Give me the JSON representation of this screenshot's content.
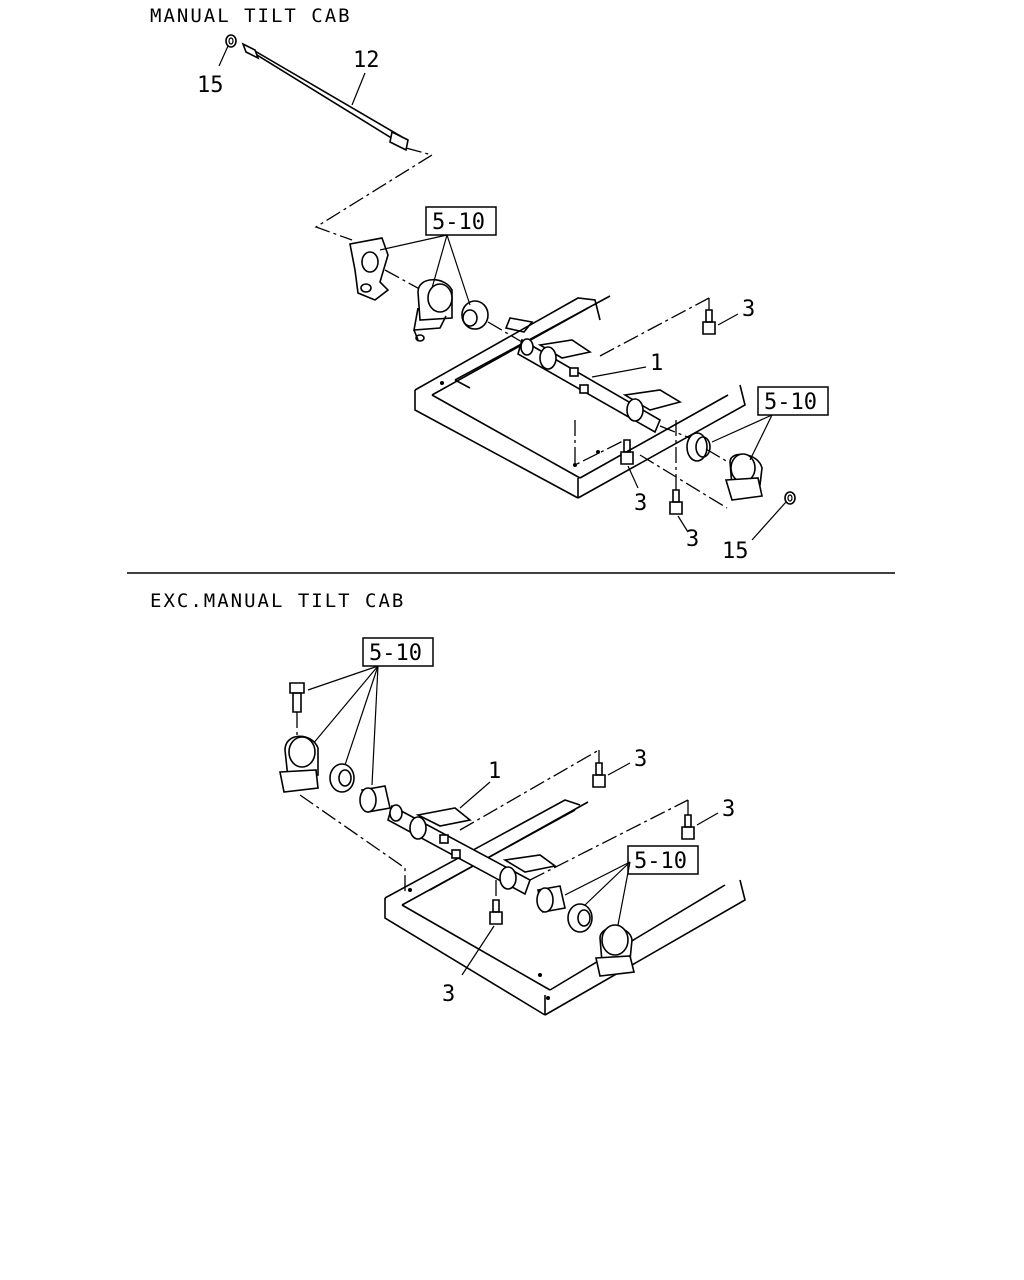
{
  "sections": {
    "top": {
      "title": "MANUAL TILT CAB",
      "callouts": {
        "ring_left": "15",
        "rod": "12",
        "bracket_group": "5-10",
        "bolt_right": "3",
        "shaft": "1",
        "bushing_group_right": "5-10",
        "bolt_bottom_a": "3",
        "bolt_bottom_b": "3",
        "ring_right": "15"
      }
    },
    "bottom": {
      "title": "EXC.MANUAL TILT CAB",
      "callouts": {
        "bracket_group": "5-10",
        "bolt_top": "3",
        "shaft": "1",
        "bolt_right": "3",
        "bushing_group_right": "5-10",
        "bolt_bottom": "3"
      }
    }
  }
}
